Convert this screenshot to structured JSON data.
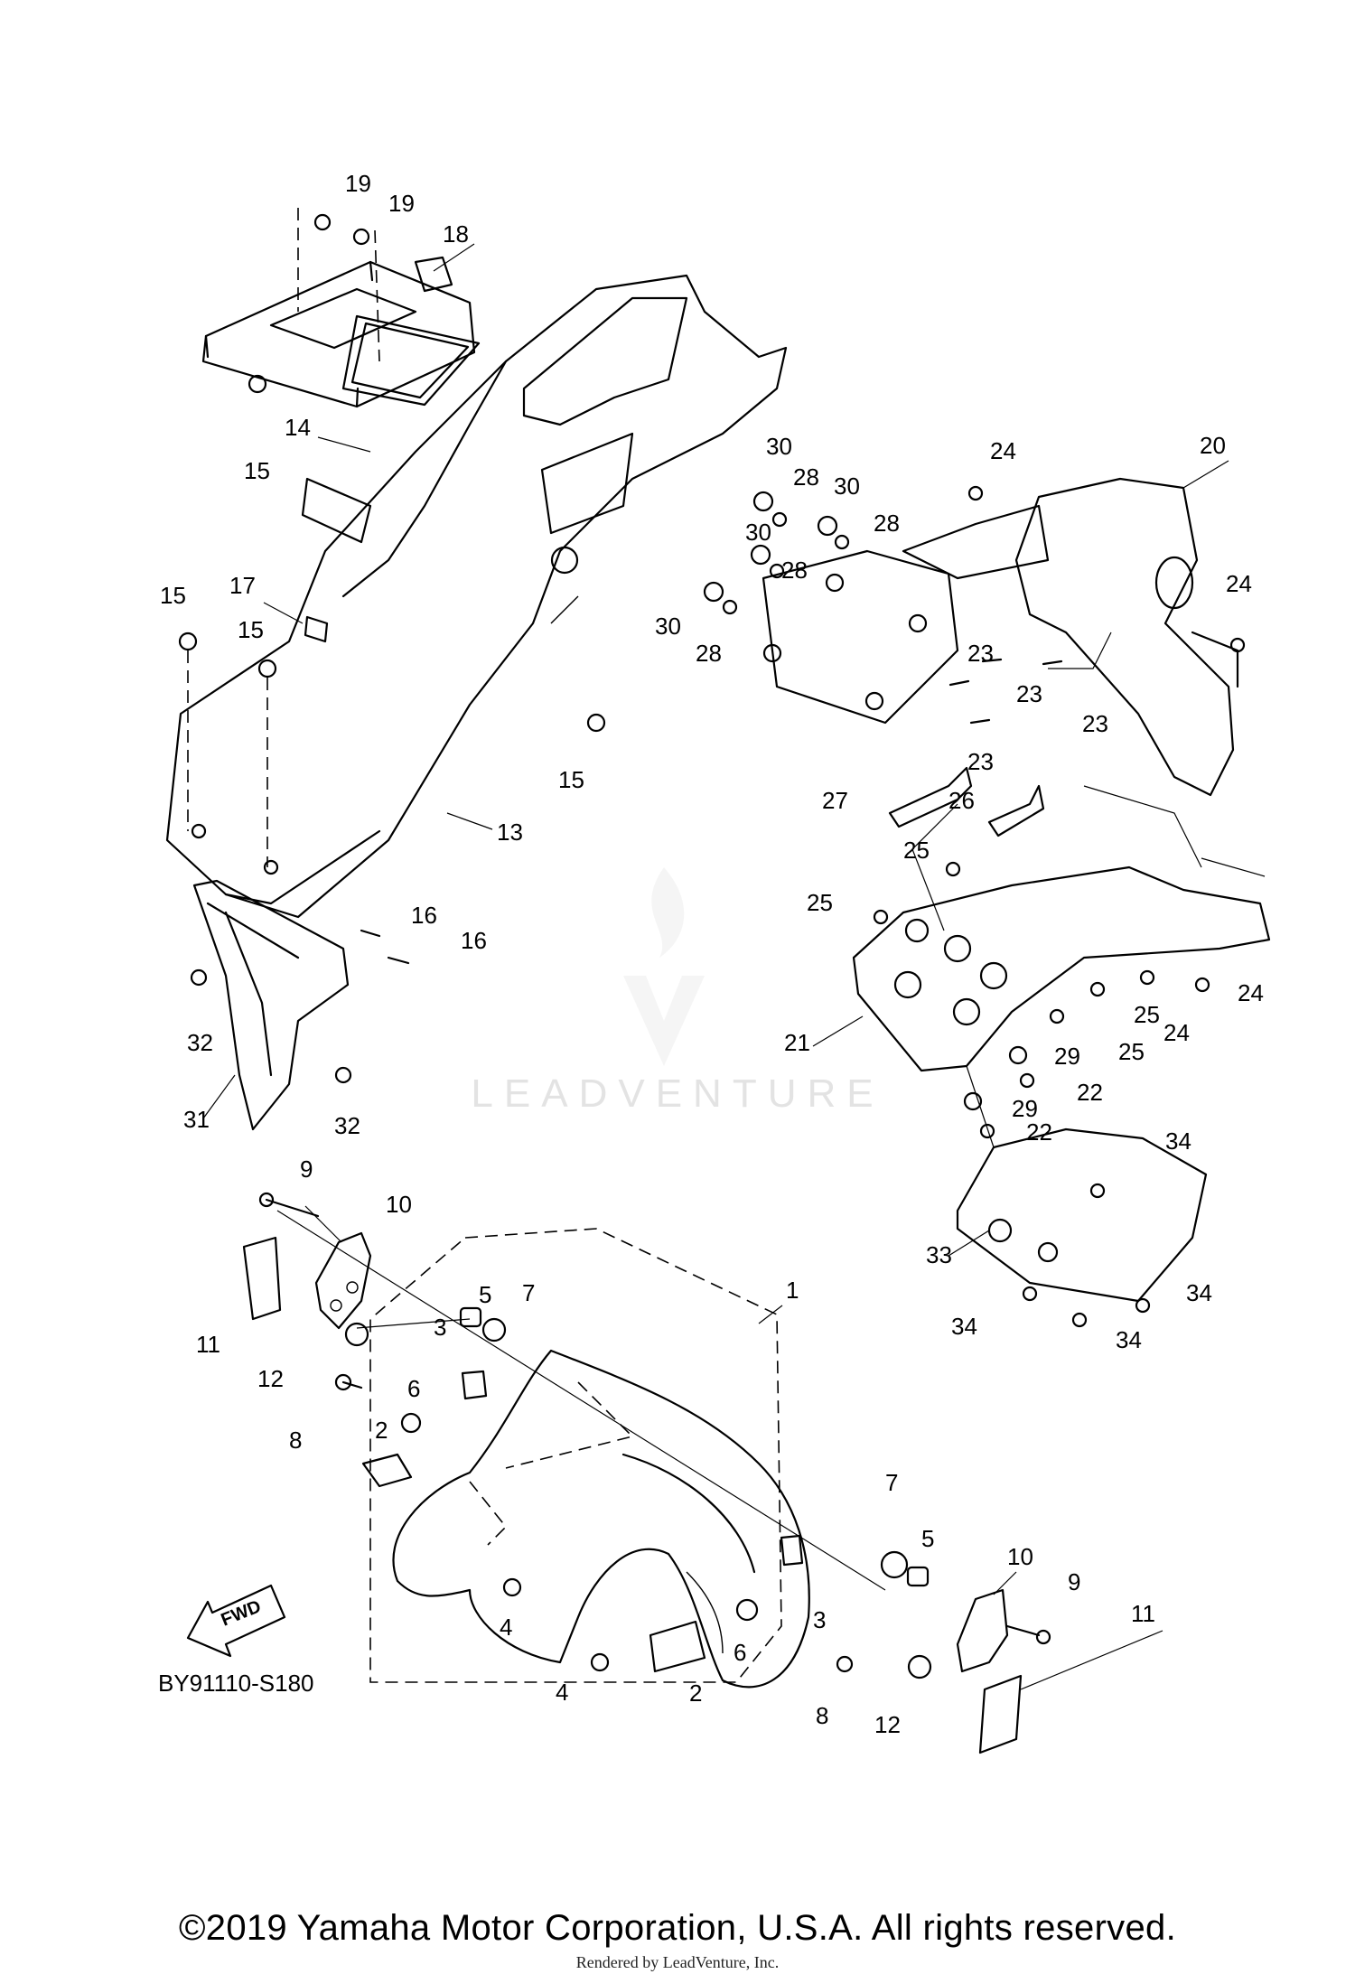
{
  "diagram": {
    "code": "BY91110-S180",
    "fwd_label": "FWD",
    "callouts": [
      {
        "id": "c1",
        "text": "1"
      },
      {
        "id": "c2a",
        "text": "2"
      },
      {
        "id": "c2b",
        "text": "2"
      },
      {
        "id": "c3a",
        "text": "3"
      },
      {
        "id": "c3b",
        "text": "3"
      },
      {
        "id": "c4a",
        "text": "4"
      },
      {
        "id": "c4b",
        "text": "4"
      },
      {
        "id": "c5a",
        "text": "5"
      },
      {
        "id": "c5b",
        "text": "5"
      },
      {
        "id": "c6a",
        "text": "6"
      },
      {
        "id": "c6b",
        "text": "6"
      },
      {
        "id": "c7a",
        "text": "7"
      },
      {
        "id": "c7b",
        "text": "7"
      },
      {
        "id": "c8a",
        "text": "8"
      },
      {
        "id": "c8b",
        "text": "8"
      },
      {
        "id": "c9a",
        "text": "9"
      },
      {
        "id": "c9b",
        "text": "9"
      },
      {
        "id": "c10a",
        "text": "10"
      },
      {
        "id": "c10b",
        "text": "10"
      },
      {
        "id": "c11a",
        "text": "11"
      },
      {
        "id": "c11b",
        "text": "11"
      },
      {
        "id": "c12a",
        "text": "12"
      },
      {
        "id": "c12b",
        "text": "12"
      },
      {
        "id": "c13",
        "text": "13"
      },
      {
        "id": "c14",
        "text": "14"
      },
      {
        "id": "c15a",
        "text": "15"
      },
      {
        "id": "c15b",
        "text": "15"
      },
      {
        "id": "c15c",
        "text": "15"
      },
      {
        "id": "c15d",
        "text": "15"
      },
      {
        "id": "c16a",
        "text": "16"
      },
      {
        "id": "c16b",
        "text": "16"
      },
      {
        "id": "c17",
        "text": "17"
      },
      {
        "id": "c18",
        "text": "18"
      },
      {
        "id": "c19a",
        "text": "19"
      },
      {
        "id": "c19b",
        "text": "19"
      },
      {
        "id": "c20",
        "text": "20"
      },
      {
        "id": "c21",
        "text": "21"
      },
      {
        "id": "c22a",
        "text": "22"
      },
      {
        "id": "c22b",
        "text": "22"
      },
      {
        "id": "c23a",
        "text": "23"
      },
      {
        "id": "c23b",
        "text": "23"
      },
      {
        "id": "c23c",
        "text": "23"
      },
      {
        "id": "c23d",
        "text": "23"
      },
      {
        "id": "c24a",
        "text": "24"
      },
      {
        "id": "c24b",
        "text": "24"
      },
      {
        "id": "c24c",
        "text": "24"
      },
      {
        "id": "c24d",
        "text": "24"
      },
      {
        "id": "c25a",
        "text": "25"
      },
      {
        "id": "c25b",
        "text": "25"
      },
      {
        "id": "c25c",
        "text": "25"
      },
      {
        "id": "c25d",
        "text": "25"
      },
      {
        "id": "c26",
        "text": "26"
      },
      {
        "id": "c27",
        "text": "27"
      },
      {
        "id": "c28a",
        "text": "28"
      },
      {
        "id": "c28b",
        "text": "28"
      },
      {
        "id": "c28c",
        "text": "28"
      },
      {
        "id": "c28d",
        "text": "28"
      },
      {
        "id": "c29a",
        "text": "29"
      },
      {
        "id": "c29b",
        "text": "29"
      },
      {
        "id": "c30a",
        "text": "30"
      },
      {
        "id": "c30b",
        "text": "30"
      },
      {
        "id": "c30c",
        "text": "30"
      },
      {
        "id": "c30d",
        "text": "30"
      },
      {
        "id": "c31",
        "text": "31"
      },
      {
        "id": "c32a",
        "text": "32"
      },
      {
        "id": "c32b",
        "text": "32"
      },
      {
        "id": "c33",
        "text": "33"
      },
      {
        "id": "c34a",
        "text": "34"
      },
      {
        "id": "c34b",
        "text": "34"
      },
      {
        "id": "c34c",
        "text": "34"
      },
      {
        "id": "c34d",
        "text": "34"
      }
    ]
  },
  "watermark": {
    "text": "LEADVENTURE"
  },
  "footer": {
    "copyright": "©2019 Yamaha Motor Corporation, U.S.A. All rights reserved.",
    "rendered_by": "Rendered by LeadVenture, Inc."
  }
}
